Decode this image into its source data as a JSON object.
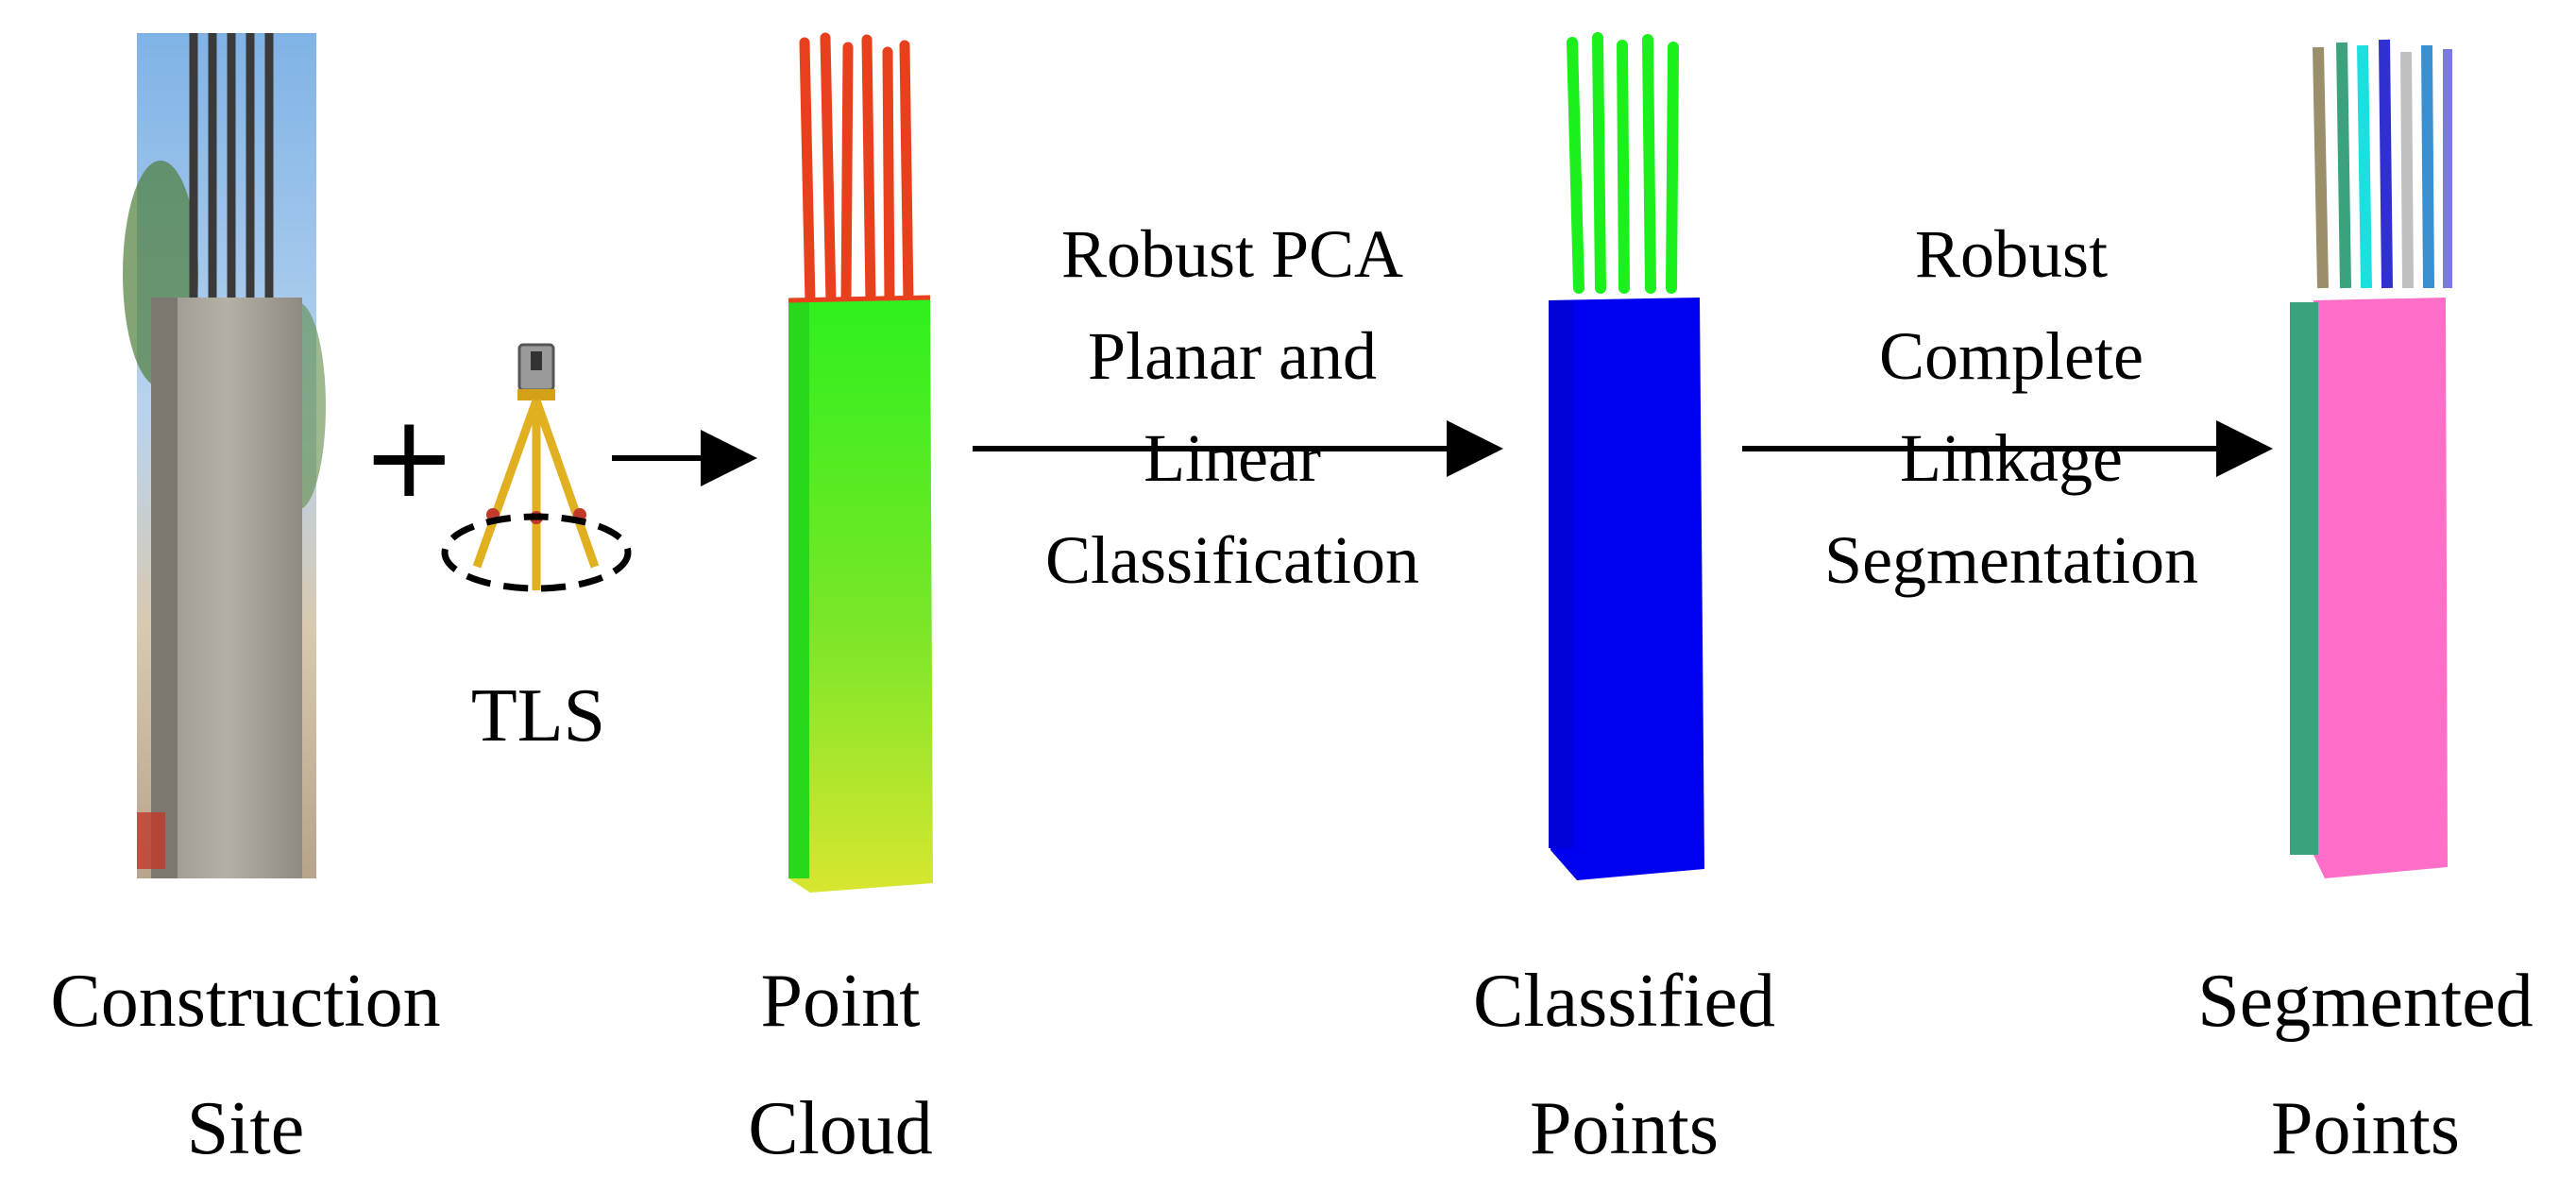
{
  "stages": {
    "site": {
      "label_line1": "Construction",
      "label_line2": "Site"
    },
    "scanner": {
      "label": "TLS",
      "plus": "+"
    },
    "cloud": {
      "label_line1": "Point",
      "label_line2": "Cloud"
    },
    "classified": {
      "label_line1": "Classified",
      "label_line2": "Points"
    },
    "segmented": {
      "label_line1": "Segmented",
      "label_line2": "Points"
    }
  },
  "steps": {
    "classification": {
      "line1": "Robust PCA",
      "line2": "Planar and",
      "line3": "Linear",
      "line4": "Classification"
    },
    "segmentation": {
      "line1": "Robust",
      "line2": "Complete",
      "line3": "Linkage",
      "line4": "Segmentation"
    }
  },
  "colors": {
    "pointcloud_rebar": "#e8401c",
    "pointcloud_surface": "#22e61c",
    "classified_linear": "#1cf01c",
    "classified_planar": "#0000f0",
    "segment_face_a": "#ff6ec7",
    "segment_face_b": "#3aa37c",
    "arrow": "#000000"
  }
}
